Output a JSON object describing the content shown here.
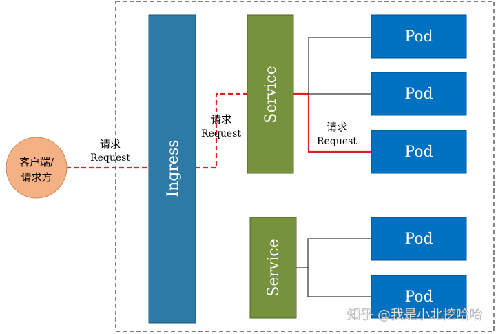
{
  "client": {
    "label_line1": "客户端/",
    "label_line2": "请求方"
  },
  "ingress": {
    "label": "Ingress"
  },
  "services": [
    {
      "label": "Service"
    },
    {
      "label": "Service"
    }
  ],
  "pods": [
    {
      "label": "Pod"
    },
    {
      "label": "Pod"
    },
    {
      "label": "Pod"
    },
    {
      "label": "Pod"
    },
    {
      "label": "Pod"
    }
  ],
  "request_labels": [
    {
      "line1": "请求",
      "line2": "Request"
    },
    {
      "line1": "请求",
      "line2": "Request"
    },
    {
      "line1": "请求",
      "line2": "Request"
    }
  ],
  "watermark": "知乎 @我是小北挖哈哈",
  "colors": {
    "ingress": "#2e7aa6",
    "service": "#76923c",
    "pod": "#0070c0",
    "client": "#f4b183",
    "request_line": "#e02020",
    "connector": "#000000"
  }
}
